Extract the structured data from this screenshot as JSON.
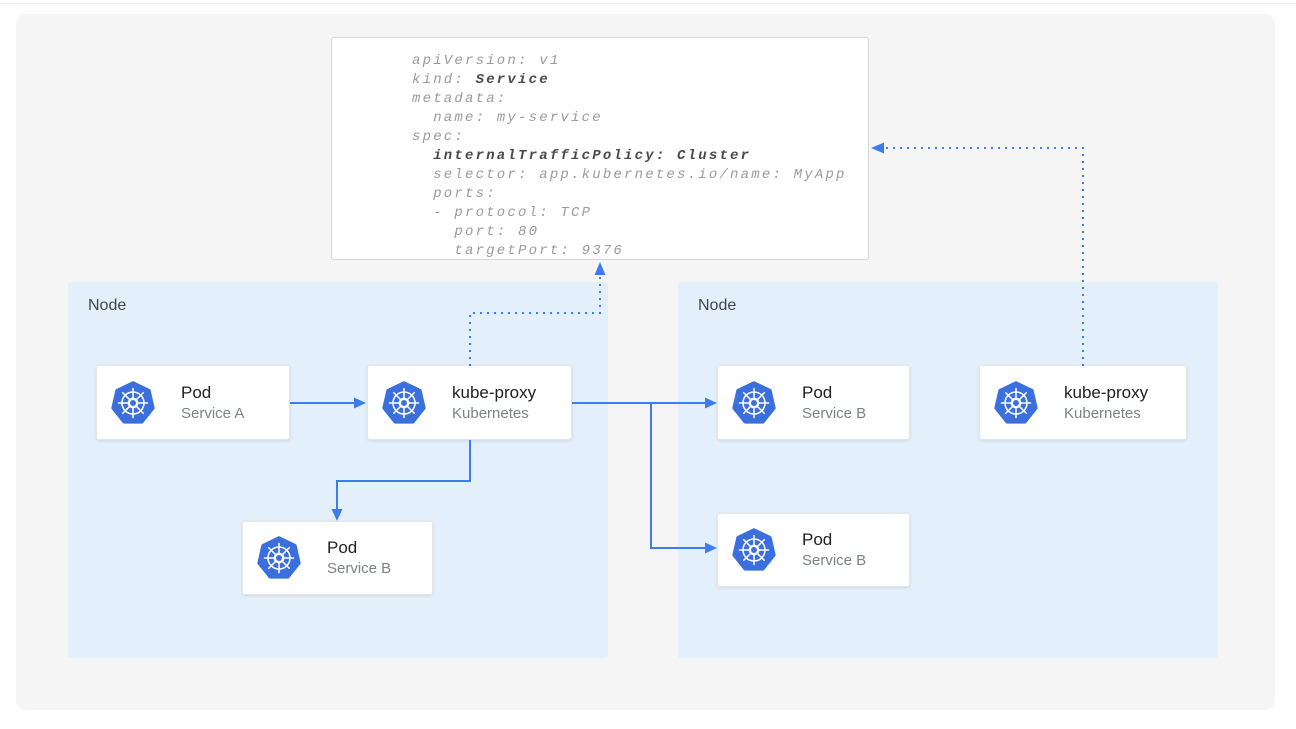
{
  "yaml_panel": {
    "lines": [
      {
        "segments": [
          {
            "text": "apiVersion: v1"
          }
        ]
      },
      {
        "segments": [
          {
            "text": "kind: "
          },
          {
            "text": "Service",
            "bold": true
          }
        ]
      },
      {
        "segments": [
          {
            "text": "metadata:"
          }
        ]
      },
      {
        "segments": [
          {
            "text": "  name: my-service"
          }
        ]
      },
      {
        "segments": [
          {
            "text": "spec:"
          }
        ]
      },
      {
        "segments": [
          {
            "text": "  "
          },
          {
            "text": "internalTrafficPolicy: Cluster",
            "bold": true
          }
        ]
      },
      {
        "segments": [
          {
            "text": "  selector: app.kubernetes.io/name: MyApp"
          }
        ]
      },
      {
        "segments": [
          {
            "text": "  ports:"
          }
        ]
      },
      {
        "segments": [
          {
            "text": "  - protocol: TCP"
          }
        ]
      },
      {
        "segments": [
          {
            "text": "    port: 80"
          }
        ]
      },
      {
        "segments": [
          {
            "text": "    targetPort: 9376"
          }
        ]
      }
    ]
  },
  "nodes": [
    {
      "label": "Node"
    },
    {
      "label": "Node"
    }
  ],
  "cards": [
    {
      "title": "Pod",
      "subtitle": "Service A"
    },
    {
      "title": "kube-proxy",
      "subtitle": "Kubernetes"
    },
    {
      "title": "Pod",
      "subtitle": "Service B"
    },
    {
      "title": "Pod",
      "subtitle": "Service B"
    },
    {
      "title": "Pod",
      "subtitle": "Service B"
    },
    {
      "title": "kube-proxy",
      "subtitle": "Kubernetes"
    }
  ],
  "colors": {
    "arrow_blue": "#3d7cee",
    "node_fill": "#e3f0fc",
    "kubernetes_logo_blue": "#3b6fde",
    "canvas_gray": "#f5f5f6",
    "code_gray": "#9b9b9b",
    "code_bold": "#4a4a4a"
  }
}
